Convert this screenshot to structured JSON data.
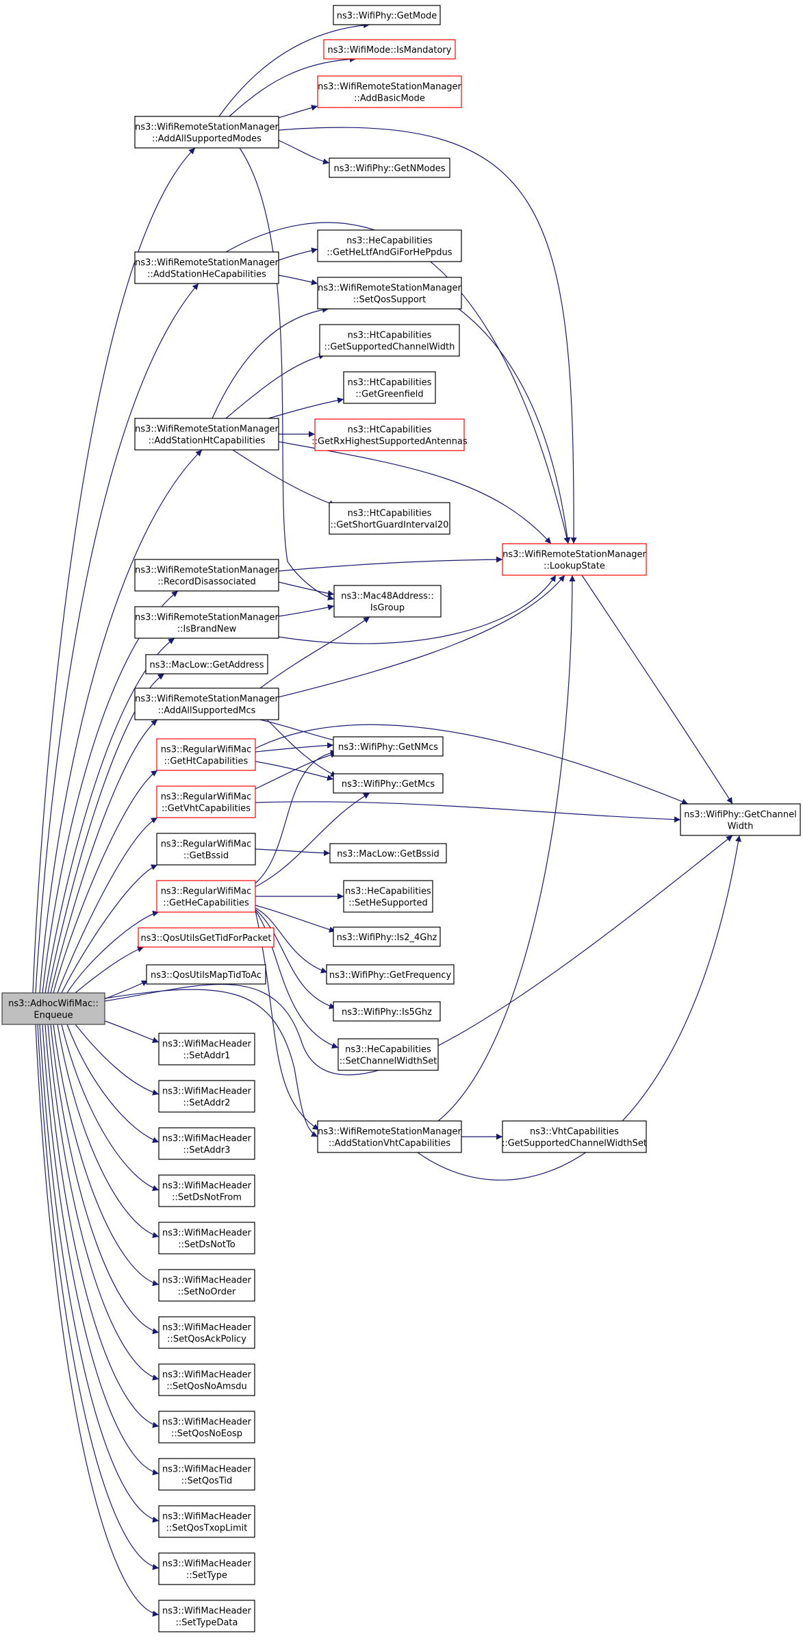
{
  "colors": {
    "edge": "#191970",
    "node_border": "#000000",
    "node_border_undocumented": "#ff0000",
    "node_fill": "#ffffff",
    "root_fill": "#bfbfbf",
    "root_border": "#404040"
  },
  "nodes": {
    "root": {
      "lines": [
        "ns3::AdhocWifiMac::",
        "Enqueue"
      ],
      "kind": "root"
    },
    "addAllSupportedModes": {
      "lines": [
        "ns3::WifiRemoteStationManager",
        "::AddAllSupportedModes"
      ],
      "kind": "normal"
    },
    "addStationHeCapabilities": {
      "lines": [
        "ns3::WifiRemoteStationManager",
        "::AddStationHeCapabilities"
      ],
      "kind": "normal"
    },
    "addStationHtCapabilities": {
      "lines": [
        "ns3::WifiRemoteStationManager",
        "::AddStationHtCapabilities"
      ],
      "kind": "normal"
    },
    "recordDisassociated": {
      "lines": [
        "ns3::WifiRemoteStationManager",
        "::RecordDisassociated"
      ],
      "kind": "normal"
    },
    "isBrandNew": {
      "lines": [
        "ns3::WifiRemoteStationManager",
        "::IsBrandNew"
      ],
      "kind": "normal"
    },
    "macLowGetAddress": {
      "lines": [
        "ns3::MacLow::GetAddress"
      ],
      "kind": "normal"
    },
    "addAllSupportedMcs": {
      "lines": [
        "ns3::WifiRemoteStationManager",
        "::AddAllSupportedMcs"
      ],
      "kind": "normal"
    },
    "getHtCapabilities": {
      "lines": [
        "ns3::RegularWifiMac",
        "::GetHtCapabilities"
      ],
      "kind": "red"
    },
    "getVhtCapabilities": {
      "lines": [
        "ns3::RegularWifiMac",
        "::GetVhtCapabilities"
      ],
      "kind": "red"
    },
    "getBssid": {
      "lines": [
        "ns3::RegularWifiMac",
        "::GetBssid"
      ],
      "kind": "normal"
    },
    "getHeCapabilities": {
      "lines": [
        "ns3::RegularWifiMac",
        "::GetHeCapabilities"
      ],
      "kind": "red"
    },
    "qosGetTid": {
      "lines": [
        "ns3::QosUtilsGetTidForPacket"
      ],
      "kind": "red"
    },
    "qosMapTid": {
      "lines": [
        "ns3::QosUtilsMapTidToAc"
      ],
      "kind": "normal"
    },
    "setAddr1": {
      "lines": [
        "ns3::WifiMacHeader",
        "::SetAddr1"
      ],
      "kind": "normal"
    },
    "setAddr2": {
      "lines": [
        "ns3::WifiMacHeader",
        "::SetAddr2"
      ],
      "kind": "normal"
    },
    "setAddr3": {
      "lines": [
        "ns3::WifiMacHeader",
        "::SetAddr3"
      ],
      "kind": "normal"
    },
    "setDsNotFrom": {
      "lines": [
        "ns3::WifiMacHeader",
        "::SetDsNotFrom"
      ],
      "kind": "normal"
    },
    "setDsNotTo": {
      "lines": [
        "ns3::WifiMacHeader",
        "::SetDsNotTo"
      ],
      "kind": "normal"
    },
    "setNoOrder": {
      "lines": [
        "ns3::WifiMacHeader",
        "::SetNoOrder"
      ],
      "kind": "normal"
    },
    "setQosAckPolicy": {
      "lines": [
        "ns3::WifiMacHeader",
        "::SetQosAckPolicy"
      ],
      "kind": "normal"
    },
    "setQosNoAmsdu": {
      "lines": [
        "ns3::WifiMacHeader",
        "::SetQosNoAmsdu"
      ],
      "kind": "normal"
    },
    "setQosNoEosp": {
      "lines": [
        "ns3::WifiMacHeader",
        "::SetQosNoEosp"
      ],
      "kind": "normal"
    },
    "setQosTid": {
      "lines": [
        "ns3::WifiMacHeader",
        "::SetQosTid"
      ],
      "kind": "normal"
    },
    "setQosTxopLimit": {
      "lines": [
        "ns3::WifiMacHeader",
        "::SetQosTxopLimit"
      ],
      "kind": "normal"
    },
    "setType": {
      "lines": [
        "ns3::WifiMacHeader",
        "::SetType"
      ],
      "kind": "normal"
    },
    "setTypeData": {
      "lines": [
        "ns3::WifiMacHeader",
        "::SetTypeData"
      ],
      "kind": "normal"
    },
    "wifiPhyGetMode": {
      "lines": [
        "ns3::WifiPhy::GetMode"
      ],
      "kind": "normal"
    },
    "isMandatory": {
      "lines": [
        "ns3::WifiMode::IsMandatory"
      ],
      "kind": "red"
    },
    "addBasicMode": {
      "lines": [
        "ns3::WifiRemoteStationManager",
        "::AddBasicMode"
      ],
      "kind": "red"
    },
    "getNModes": {
      "lines": [
        "ns3::WifiPhy::GetNModes"
      ],
      "kind": "normal"
    },
    "heGetHeLtf": {
      "lines": [
        "ns3::HeCapabilities",
        "::GetHeLtfAndGiForHePpdus"
      ],
      "kind": "normal"
    },
    "setQosSupport": {
      "lines": [
        "ns3::WifiRemoteStationManager",
        "::SetQosSupport"
      ],
      "kind": "normal"
    },
    "htGetSupportedChannelWidth": {
      "lines": [
        "ns3::HtCapabilities",
        "::GetSupportedChannelWidth"
      ],
      "kind": "normal"
    },
    "htGetGreenfield": {
      "lines": [
        "ns3::HtCapabilities",
        "::GetGreenfield"
      ],
      "kind": "normal"
    },
    "htGetRxHighest": {
      "lines": [
        "ns3::HtCapabilities",
        "::GetRxHighestSupportedAntennas"
      ],
      "kind": "red"
    },
    "htGetShortGi20": {
      "lines": [
        "ns3::HtCapabilities",
        "::GetShortGuardInterval20"
      ],
      "kind": "normal"
    },
    "lookupState": {
      "lines": [
        "ns3::WifiRemoteStationManager",
        "::LookupState"
      ],
      "kind": "red"
    },
    "isGroup": {
      "lines": [
        "ns3::Mac48Address::",
        "IsGroup"
      ],
      "kind": "normal"
    },
    "getNMcs": {
      "lines": [
        "ns3::WifiPhy::GetNMcs"
      ],
      "kind": "normal"
    },
    "getMcs": {
      "lines": [
        "ns3::WifiPhy::GetMcs"
      ],
      "kind": "normal"
    },
    "getChannelWidth": {
      "lines": [
        "ns3::WifiPhy::GetChannel",
        "Width"
      ],
      "kind": "normal"
    },
    "macLowGetBssid": {
      "lines": [
        "ns3::MacLow::GetBssid"
      ],
      "kind": "normal"
    },
    "setHeSupported": {
      "lines": [
        "ns3::HeCapabilities",
        "::SetHeSupported"
      ],
      "kind": "normal"
    },
    "is2_4Ghz": {
      "lines": [
        "ns3::WifiPhy::Is2_4Ghz"
      ],
      "kind": "normal"
    },
    "getFrequency": {
      "lines": [
        "ns3::WifiPhy::GetFrequency"
      ],
      "kind": "normal"
    },
    "is5Ghz": {
      "lines": [
        "ns3::WifiPhy::Is5Ghz"
      ],
      "kind": "normal"
    },
    "setChannelWidthSet": {
      "lines": [
        "ns3::HeCapabilities",
        "::SetChannelWidthSet"
      ],
      "kind": "normal"
    },
    "addStationVhtCapabilities": {
      "lines": [
        "ns3::WifiRemoteStationManager",
        "::AddStationVhtCapabilities"
      ],
      "kind": "normal"
    },
    "vhtGetSupportedChannelWidthSet": {
      "lines": [
        "ns3::VhtCapabilities",
        "::GetSupportedChannelWidthSet"
      ],
      "kind": "normal"
    }
  }
}
